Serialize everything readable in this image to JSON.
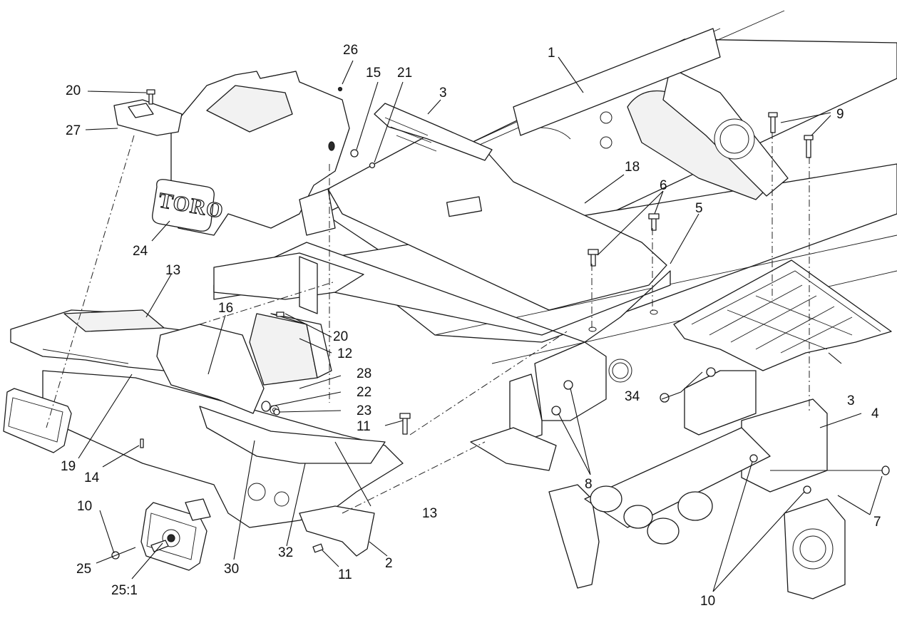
{
  "diagram": {
    "logo_text": "TORO",
    "callouts": [
      {
        "id": "c-1",
        "text": "1"
      },
      {
        "id": "c-2",
        "text": "2"
      },
      {
        "id": "c-3a",
        "text": "3"
      },
      {
        "id": "c-3b",
        "text": "3"
      },
      {
        "id": "c-4",
        "text": "4"
      },
      {
        "id": "c-5",
        "text": "5"
      },
      {
        "id": "c-6",
        "text": "6"
      },
      {
        "id": "c-7",
        "text": "7"
      },
      {
        "id": "c-8",
        "text": "8"
      },
      {
        "id": "c-9",
        "text": "9"
      },
      {
        "id": "c-10a",
        "text": "10"
      },
      {
        "id": "c-10b",
        "text": "10"
      },
      {
        "id": "c-11a",
        "text": "11"
      },
      {
        "id": "c-11b",
        "text": "11"
      },
      {
        "id": "c-12",
        "text": "12"
      },
      {
        "id": "c-13a",
        "text": "13"
      },
      {
        "id": "c-13b",
        "text": "13"
      },
      {
        "id": "c-14",
        "text": "14"
      },
      {
        "id": "c-15",
        "text": "15"
      },
      {
        "id": "c-16",
        "text": "16"
      },
      {
        "id": "c-18",
        "text": "18"
      },
      {
        "id": "c-19",
        "text": "19"
      },
      {
        "id": "c-20a",
        "text": "20"
      },
      {
        "id": "c-20b",
        "text": "20"
      },
      {
        "id": "c-21",
        "text": "21"
      },
      {
        "id": "c-22",
        "text": "22"
      },
      {
        "id": "c-23",
        "text": "23"
      },
      {
        "id": "c-24",
        "text": "24"
      },
      {
        "id": "c-25",
        "text": "25"
      },
      {
        "id": "c-25-1",
        "text": "25:1"
      },
      {
        "id": "c-26",
        "text": "26"
      },
      {
        "id": "c-27",
        "text": "27"
      },
      {
        "id": "c-28",
        "text": "28"
      },
      {
        "id": "c-30",
        "text": "30"
      },
      {
        "id": "c-32",
        "text": "32"
      },
      {
        "id": "c-34",
        "text": "34"
      }
    ]
  }
}
